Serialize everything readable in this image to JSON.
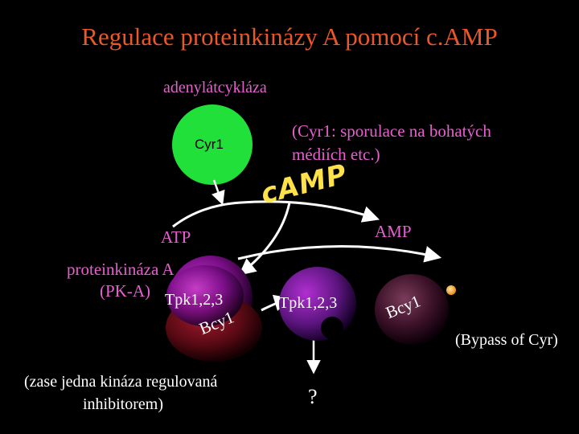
{
  "title": "Regulace proteinkinázy A pomocí c.AMP",
  "adenylate_cyclase_label": "adenylátcykláza",
  "cyr1_label": "Cyr1",
  "cyr1_note_line1": "(Cyr1: sporulace na bohatých",
  "cyr1_note_line2": "médiích etc.)",
  "camp_label": "cAMP",
  "atp_label": "ATP",
  "amp_label": "AMP",
  "pka_line1": "proteinkináza A",
  "pka_line2": "(PK-A)",
  "tpk_label_left": "Tpk1,2,3",
  "tpk_label_right": "Tpk1,2,3",
  "bcy1_label_left": "Bcy1",
  "bcy1_label_right": "Bcy1",
  "bypass_label": "(Bypass of Cyr)",
  "inhibitor_note_line1": "(zase jedna kináza regulovaná",
  "inhibitor_note_line2": "inhibitorem)",
  "question_mark": "?",
  "colors": {
    "title": "#e8582a",
    "cyr1_circle": "#22e03a",
    "tpk_ball": "#9b0f9b",
    "bcy_ball": "#8a1515",
    "camp_text": "#ffe14a",
    "pink_text": "#e85fd0",
    "arrows": "#ffffff"
  }
}
